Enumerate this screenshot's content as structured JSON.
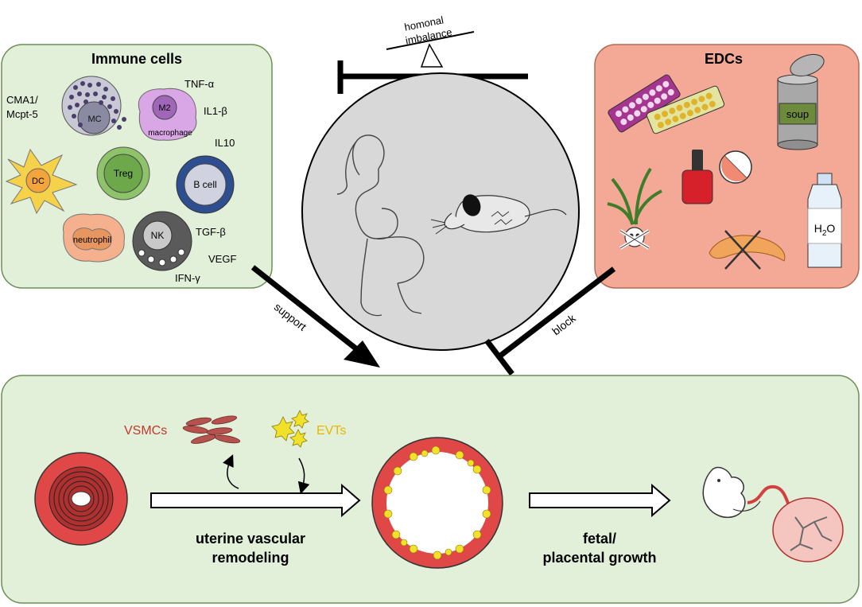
{
  "immune_panel": {
    "title": "Immune cells",
    "cells": {
      "mc": "MC",
      "m2": "M2",
      "macrophage": "macrophage",
      "dc": "DC",
      "treg": "Treg",
      "bcell": "B cell",
      "neutrophil": "neutrophil",
      "nk": "NK"
    },
    "factors": {
      "cma1": "CMA1/",
      "mcpt5": "Mcpt-5",
      "tnf": "TNF-α",
      "il1": "IL1-β",
      "il10": "IL10",
      "tgf": "TGF-β",
      "vegf": "VEGF",
      "ifn": "IFN-γ"
    }
  },
  "edc_panel": {
    "title": "EDCs",
    "soup_label": "soup",
    "water_label_main": "H",
    "water_label_sub": "2",
    "water_label_end": "O"
  },
  "center": {
    "seesaw_line1": "homonal",
    "seesaw_line2": "imbalance"
  },
  "arrows": {
    "support": "support",
    "block": "block"
  },
  "bottom_panel": {
    "vsmcs": "VSMCs",
    "evts": "EVTs",
    "remodel_line1": "uterine vascular",
    "remodel_line2": "remodeling",
    "growth_line1": "fetal/",
    "growth_line2": "placental growth"
  },
  "colors": {
    "immune_bg": "#e2efd9",
    "edc_bg": "#f4a996",
    "bottom_bg": "#e2efd9",
    "vsmc_red": "#c0392b",
    "evt_yellow": "#e6b800",
    "center_circle": "#d8d8d8"
  }
}
